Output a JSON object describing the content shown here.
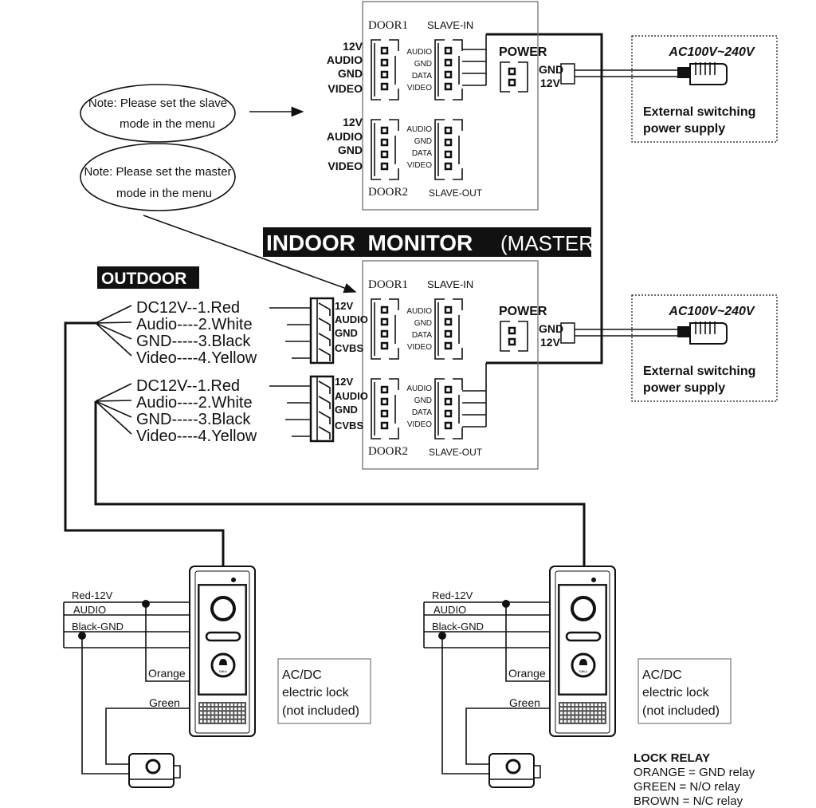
{
  "notes": {
    "slave": [
      "Note: Please set the slave",
      "mode in the menu"
    ],
    "master": [
      "Note: Please set the master",
      "mode in the menu"
    ]
  },
  "title": {
    "main": "INDOOR  MONITOR",
    "suffix": "(MASTER)"
  },
  "outdoor_label": "OUTDOOR",
  "monitors": [
    {
      "door1": "DOOR1",
      "door2": "DOOR2",
      "slave_in": "SLAVE-IN",
      "slave_out": "SLAVE-OUT",
      "power": "POWER",
      "door_pins": [
        "12V",
        "AUDIO",
        "GND",
        "VIDEO"
      ],
      "slave_pins": [
        "AUDIO",
        "GND",
        "DATA",
        "VIDEO"
      ],
      "power_pins": [
        "GND",
        "12V"
      ]
    },
    {
      "door1": "DOOR1",
      "door2": "DOOR2",
      "slave_in": "SLAVE-IN",
      "slave_out": "SLAVE-OUT",
      "power": "POWER",
      "door_pins": [
        "12V",
        "AUDIO",
        "GND",
        "CVBS"
      ],
      "slave_pins": [
        "AUDIO",
        "GND",
        "DATA",
        "VIDEO"
      ],
      "power_pins": [
        "GND",
        "12V"
      ]
    }
  ],
  "power_supplies": [
    {
      "voltage": "AC100V~240V",
      "line1": "External switching",
      "line2": "power supply"
    },
    {
      "voltage": "AC100V~240V",
      "line1": "External switching",
      "line2": "power supply"
    }
  ],
  "outdoor_wires": [
    [
      "DC12V--1.Red",
      "Audio----2.White",
      "GND-----3.Black",
      "Video----4.Yellow"
    ],
    [
      "DC12V--1.Red",
      "Audio----2.White",
      "GND-----3.Black",
      "Video----4.Yellow"
    ]
  ],
  "door_stations": [
    {
      "wires": [
        "Red-12V",
        "AUDIO",
        "Black-GND"
      ],
      "orange": "Orange",
      "green": "Green",
      "call": "CALL",
      "lock_note": [
        "AC/DC",
        "electric lock",
        "(not included)"
      ]
    },
    {
      "wires": [
        "Red-12V",
        "AUDIO",
        "Black-GND"
      ],
      "orange": "Orange",
      "green": "Green",
      "call": "CALL",
      "lock_note": [
        "AC/DC",
        "electric lock",
        "(not included)"
      ]
    }
  ],
  "lock_relay": {
    "title": "LOCK RELAY",
    "lines": [
      "ORANGE = GND relay",
      "GREEN = N/O relay",
      "BROWN = N/C relay"
    ]
  }
}
